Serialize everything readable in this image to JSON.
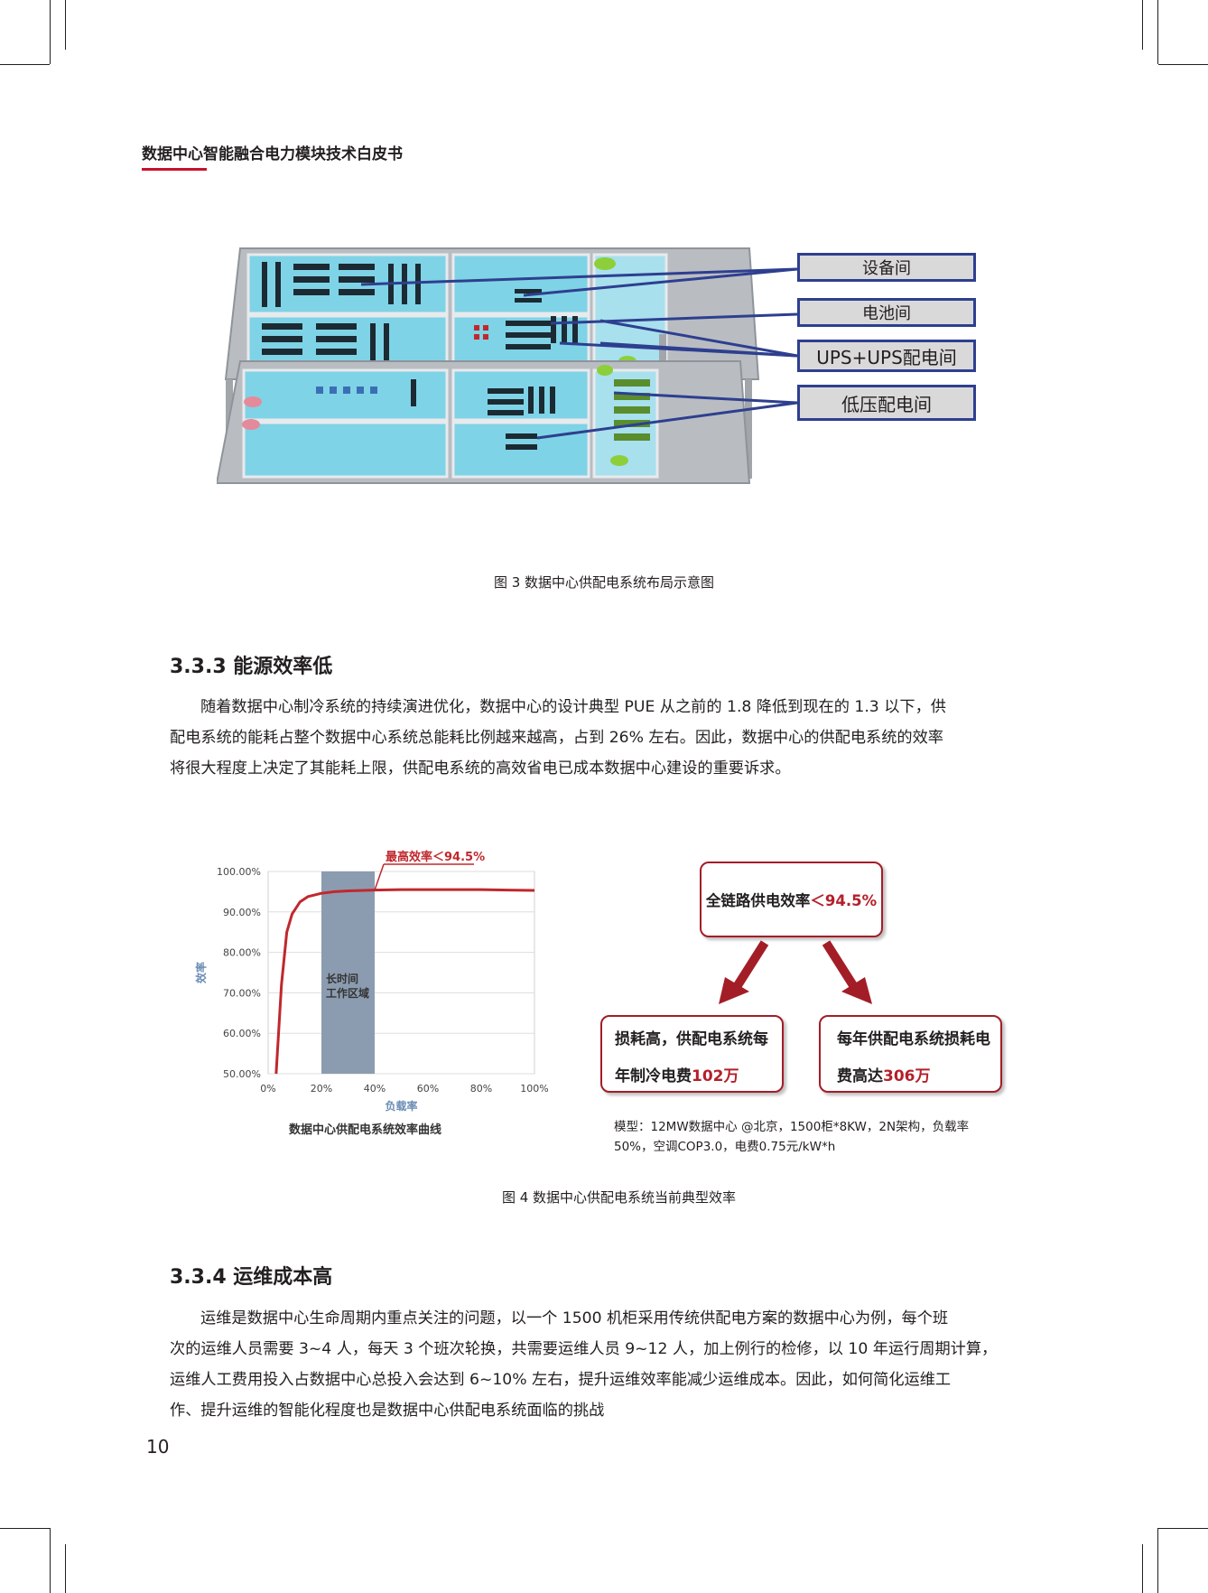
{
  "header": {
    "title": "数据中心智能融合电力模块技术白皮书"
  },
  "figure3": {
    "labels": [
      "设备间",
      "电池间",
      "UPS+UPS配电间",
      "低压配电间"
    ],
    "caption": "图 3 数据中心供配电系统布局示意图"
  },
  "section_333": {
    "heading": "3.3.3 能源效率低",
    "lines": [
      "随着数据中心制冷系统的持续演进优化，数据中心的设计典型 PUE 从之前的 1.8 降低到现在的 1.3 以下，供",
      "配电系统的能耗占整个数据中心系统总能耗比例越来越高，占到 26% 左右。因此，数据中心的供配电系统的效率",
      "将很大程度上决定了其能耗上限，供配电系统的高效省电已成本数据中心建设的重要诉求。"
    ]
  },
  "figure4": {
    "chart_title": "数据中心供配电系统效率曲线",
    "peak_label": "最高效率＜94.5%",
    "band_label_1": "长时间",
    "band_label_2": "工作区域",
    "top_box": {
      "prefix": "全链路供电效率",
      "value": "＜94.5%"
    },
    "left_box": {
      "line1": "损耗高，供配电系统每",
      "line2_prefix": "年制冷电费",
      "line2_value": "102万"
    },
    "right_box": {
      "line1": "每年供配电系统损耗电",
      "line2_prefix": "费高达",
      "line2_value": "306万"
    },
    "note_line1": "模型：12MW数据中心 @北京，1500柜*8KW，2N架构，负载率",
    "note_line2": "50%，空调COP3.0，电费0.75元/kW*h",
    "caption": "图 4 数据中心供配电系统当前典型效率"
  },
  "chart_data": {
    "type": "line",
    "title": "数据中心供配电系统效率曲线",
    "xlabel": "负载率",
    "ylabel": "效率",
    "x_ticks": [
      "0%",
      "20%",
      "40%",
      "60%",
      "80%",
      "100%"
    ],
    "y_ticks": [
      "50.00%",
      "60.00%",
      "70.00%",
      "80.00%",
      "90.00%",
      "100.00%"
    ],
    "xlim": [
      0,
      100
    ],
    "ylim": [
      50,
      100
    ],
    "highlight_band": [
      20,
      40
    ],
    "series": [
      {
        "color": "#c0282d",
        "x": [
          3,
          5,
          7,
          9,
          12,
          15,
          20,
          25,
          30,
          40,
          50,
          60,
          70,
          80,
          90,
          100
        ],
        "y": [
          50,
          72,
          85,
          89.5,
          92.5,
          93.8,
          94.6,
          95.0,
          95.2,
          95.4,
          95.5,
          95.5,
          95.5,
          95.5,
          95.4,
          95.3
        ]
      }
    ]
  },
  "section_334": {
    "heading": "3.3.4 运维成本高",
    "lines": [
      "运维是数据中心生命周期内重点关注的问题，以一个 1500 机柜采用传统供配电方案的数据中心为例，每个班",
      "次的运维人员需要 3~4 人，每天 3 个班次轮换，共需要运维人员 9~12 人，加上例行的检修，以 10 年运行周期计算，",
      "运维人工费用投入占数据中心总投入会达到 6~10% 左右，提升运维效率能减少运维成本。因此，如何简化运维工",
      "作、提升运维的智能化程度也是数据中心供配电系统面临的挑战"
    ]
  },
  "page_number": "10"
}
